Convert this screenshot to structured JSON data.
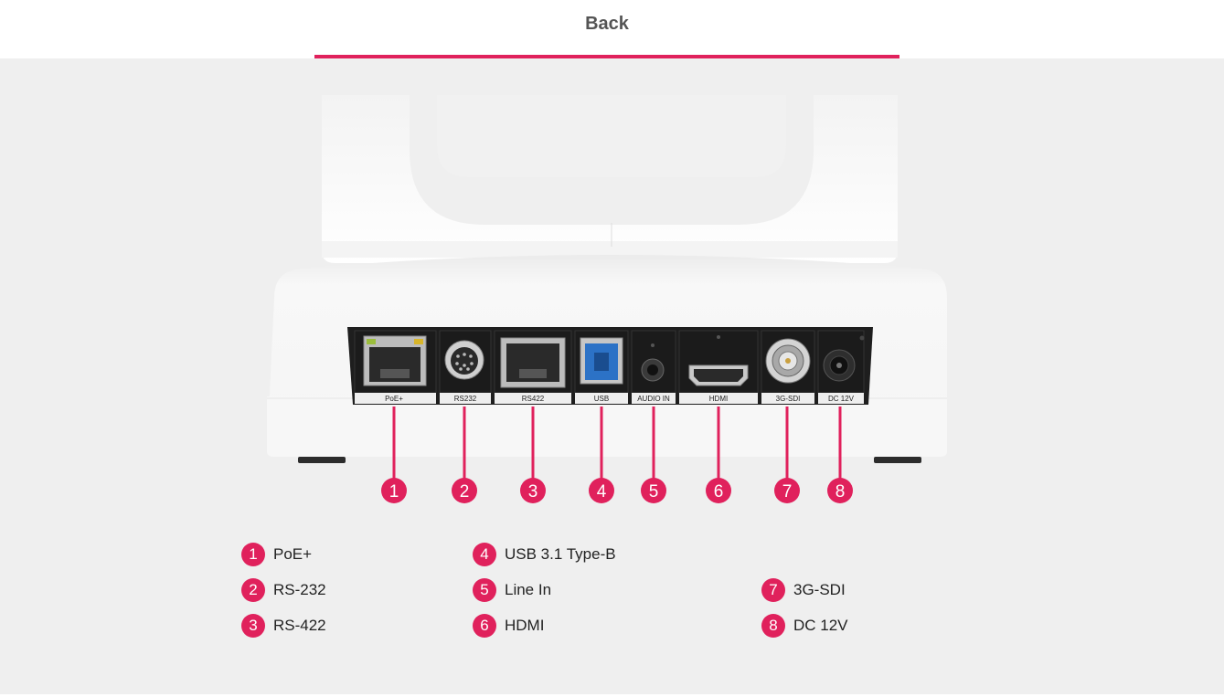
{
  "header": {
    "back_label": "Back"
  },
  "colors": {
    "accent": "#e0215c",
    "background": "#efefef",
    "device_body": "#f6f6f6",
    "port_panel": "#1f1f1f"
  },
  "ports": [
    {
      "number": "1",
      "panel_label": "PoE+",
      "name": "PoE+",
      "icon": "rj45-ethernet-port-icon"
    },
    {
      "number": "2",
      "panel_label": "RS232",
      "name": "RS-232",
      "icon": "mini-din-port-icon"
    },
    {
      "number": "3",
      "panel_label": "RS422",
      "name": "RS-422",
      "icon": "rj45-port-icon"
    },
    {
      "number": "4",
      "panel_label": "USB",
      "name": "USB 3.1 Type-B",
      "icon": "usb-b-port-icon"
    },
    {
      "number": "5",
      "panel_label": "AUDIO IN",
      "name": "Line In",
      "icon": "audio-jack-icon"
    },
    {
      "number": "6",
      "panel_label": "HDMI",
      "name": "HDMI",
      "icon": "hdmi-port-icon"
    },
    {
      "number": "7",
      "panel_label": "3G-SDI",
      "name": "3G-SDI",
      "icon": "bnc-connector-icon"
    },
    {
      "number": "8",
      "panel_label": "DC 12V",
      "name": "DC 12V",
      "icon": "dc-power-jack-icon"
    }
  ]
}
